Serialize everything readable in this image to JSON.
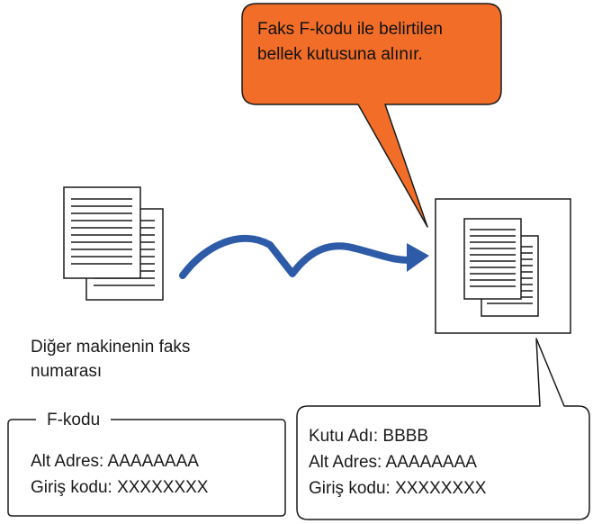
{
  "callout": {
    "line1": "Faks F-kodu ile belirtilen",
    "line2": "bellek kutusuna alınır.",
    "fill": "#F26E28"
  },
  "sender_label": {
    "line1": "Diğer makinenin faks",
    "line2": "numarası"
  },
  "fcode_box": {
    "title": "F-kodu",
    "sub_address": "Alt Adres: AAAAAAAA",
    "passcode": "Giriş kodu: XXXXXXXX"
  },
  "memory_box_callout": {
    "box_name": "Kutu Adı: BBBB",
    "sub_address": "Alt Adres: AAAAAAAA",
    "passcode": "Giriş kodu: XXXXXXXX"
  },
  "icons": {
    "sender_document": "document-stack-icon",
    "transmission": "curved-arrow-icon",
    "memory_box": "memory-box-icon"
  },
  "colors": {
    "arrow": "#2E5BA8",
    "callout_fill": "#F26E28"
  }
}
